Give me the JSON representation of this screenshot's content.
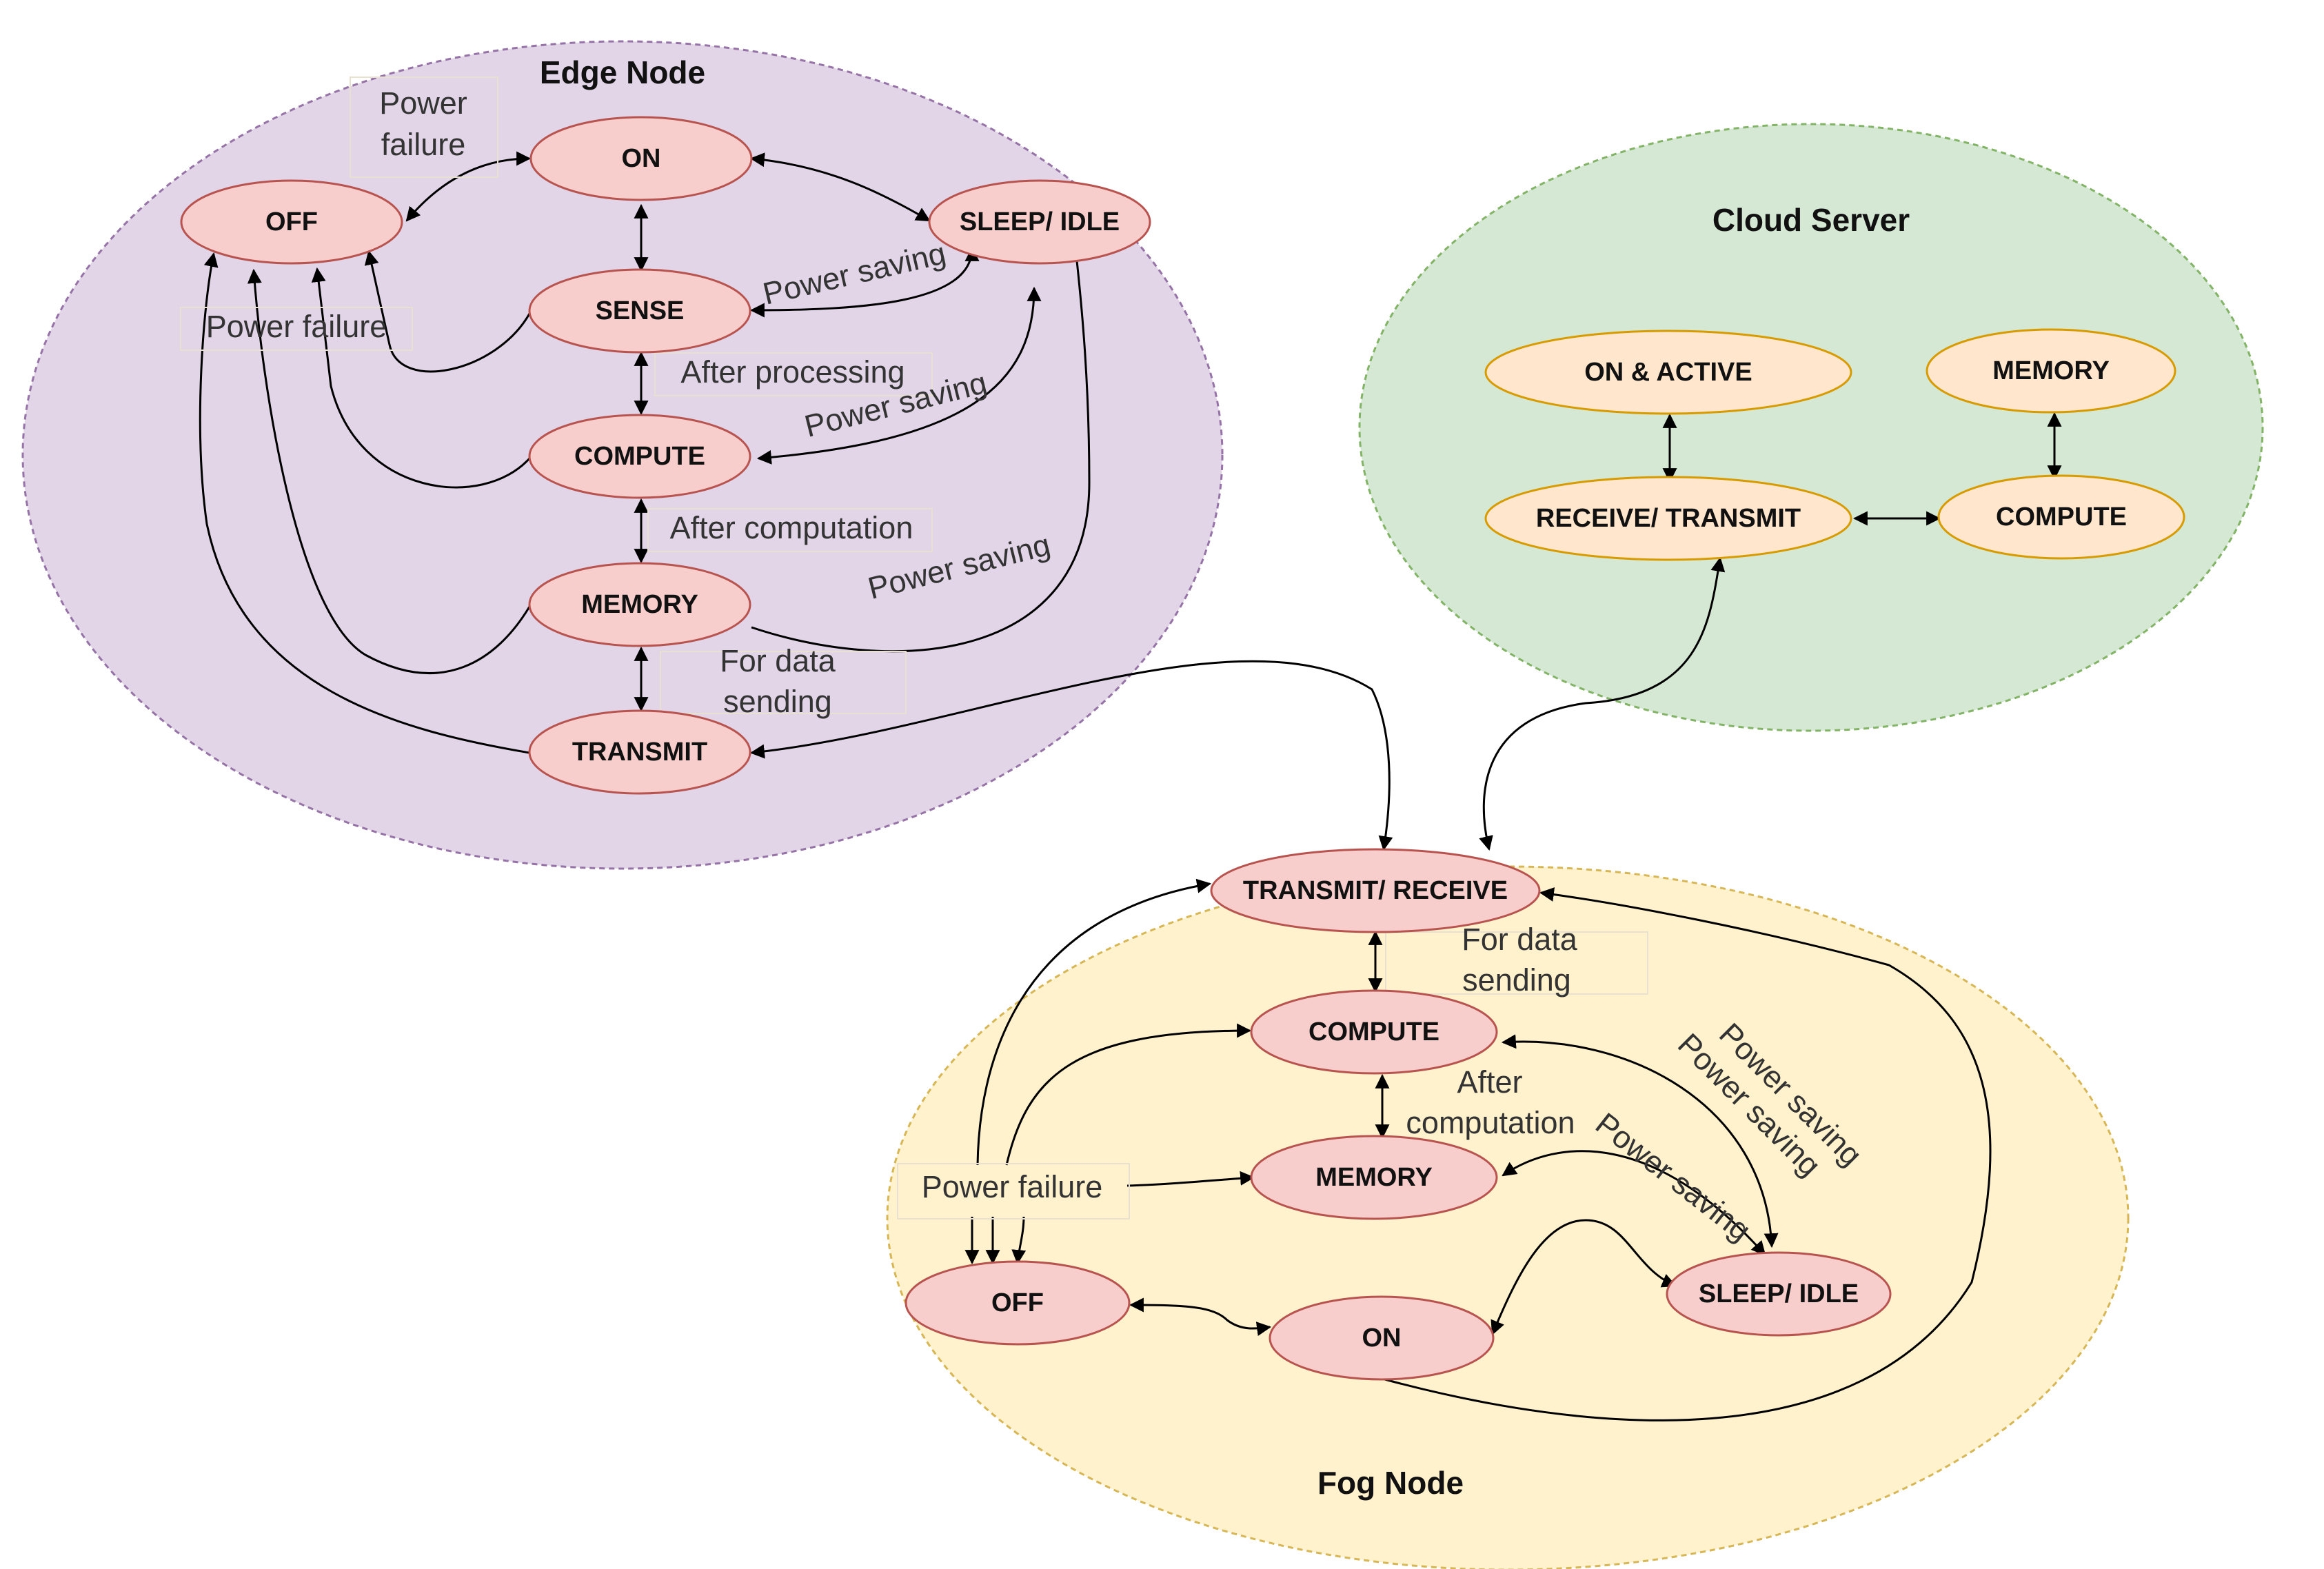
{
  "regions": {
    "edge": {
      "title": "Edge Node",
      "fill": "#e1d5e7",
      "stroke": "#9673a6"
    },
    "cloud": {
      "title": "Cloud Server",
      "fill": "#d5e8d4",
      "stroke": "#82b366"
    },
    "fog": {
      "title": "Fog Node",
      "fill": "#fff2cc",
      "stroke": "#d6b656"
    }
  },
  "colors": {
    "state_fill": "#f8cecc",
    "state_stroke": "#b85450",
    "cloud_state_fill": "#ffe6cc",
    "cloud_state_stroke": "#d79b00"
  },
  "states": {
    "edge_on": "ON",
    "edge_off": "OFF",
    "edge_sleep": "SLEEP/ IDLE",
    "edge_sense": "SENSE",
    "edge_compute": "COMPUTE",
    "edge_memory": "MEMORY",
    "edge_transmit": "TRANSMIT",
    "cloud_on_active": "ON & ACTIVE",
    "cloud_memory": "MEMORY",
    "cloud_receive_transmit": "RECEIVE/ TRANSMIT",
    "cloud_compute": "COMPUTE",
    "fog_transmit_receive": "TRANSMIT/ RECEIVE",
    "fog_compute": "COMPUTE",
    "fog_memory": "MEMORY",
    "fog_off": "OFF",
    "fog_on": "ON",
    "fog_sleep": "SLEEP/ IDLE"
  },
  "labels": {
    "edge_power_failure_top_1": "Power",
    "edge_power_failure_top_2": "failure",
    "edge_power_failure_left": "Power failure",
    "edge_power_saving_1": "Power saving",
    "edge_after_processing": "After processing",
    "edge_power_saving_2": "Power saving",
    "edge_after_computation": "After computation",
    "edge_power_saving_3": "Power saving",
    "edge_for_data_1": "For data",
    "edge_for_data_2": "sending",
    "fog_for_data_1": "For data",
    "fog_for_data_2": "sending",
    "fog_after_1": "After",
    "fog_after_2": "computation",
    "fog_power_failure": "Power failure",
    "fog_power_saving_1": "Power saving",
    "fog_power_saving_2": "Power saving",
    "fog_power_saving_3": "Power saving"
  }
}
